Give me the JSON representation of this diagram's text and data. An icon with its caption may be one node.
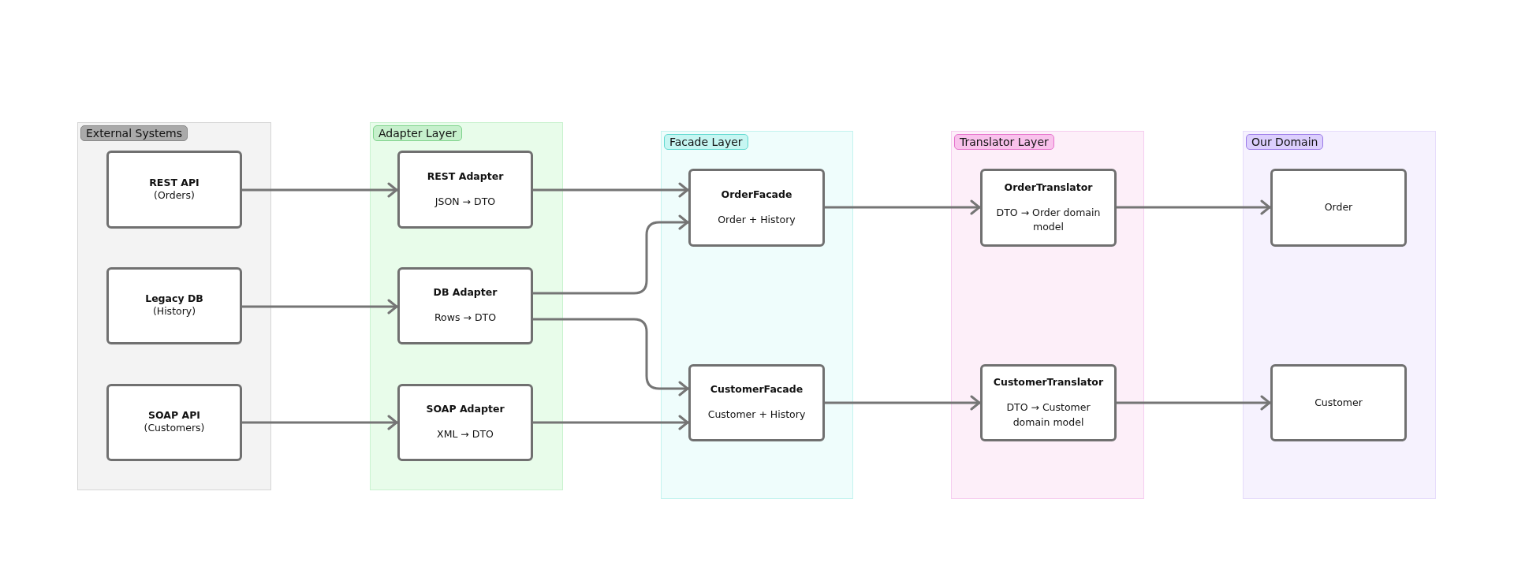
{
  "diagram": {
    "nodes": [
      {
        "text": [
          "External Systems"
        ]
      },
      {
        "text": [
          "REST API",
          "(Orders)"
        ],
        "in": 0
      },
      {
        "text": [
          "Legacy DB",
          "(History)"
        ],
        "in": 0
      },
      {
        "text": [
          "SOAP API",
          "(Customers)"
        ],
        "in": 0
      },
      {
        "text": [
          "Adapter Layer"
        ]
      },
      {
        "text": [
          "REST Adapter",
          "JSON → DTO"
        ],
        "in": 4
      },
      {
        "text": [
          "DB Adapter",
          "Rows → DTO"
        ],
        "in": 4
      },
      {
        "text": [
          "SOAP Adapter",
          "XML → DTO"
        ],
        "in": 4
      },
      {
        "text": [
          "Facade Layer"
        ]
      },
      {
        "text": [
          "OrderFacade",
          "Order + History"
        ],
        "in": 8
      },
      {
        "text": [
          "CustomerFacade",
          "Customer + History"
        ],
        "in": 8
      },
      {
        "text": [
          "Translator Layer"
        ]
      },
      {
        "text": [
          "OrderTranslator",
          "DTO → Order domain model"
        ],
        "in": 11
      },
      {
        "text": [
          "CustomerTranslator",
          "DTO → Customer domain model"
        ],
        "in": 11
      },
      {
        "text": [
          "Our Domain"
        ]
      },
      {
        "text": [
          "Order"
        ],
        "in": 14
      },
      {
        "text": [
          "Customer"
        ],
        "in": 14
      }
    ],
    "edges": [
      {
        "from": 1,
        "to": 5,
        "arrow": "to"
      },
      {
        "from": 2,
        "to": 6,
        "arrow": "to"
      },
      {
        "from": 3,
        "to": 7,
        "arrow": "to"
      },
      {
        "from": 5,
        "to": 9,
        "arrow": "to"
      },
      {
        "from": 6,
        "to": 9,
        "arrow": "to"
      },
      {
        "from": 6,
        "to": 10,
        "arrow": "to"
      },
      {
        "from": 7,
        "to": 10,
        "arrow": "to"
      },
      {
        "from": 9,
        "to": 12,
        "arrow": "to"
      },
      {
        "from": 10,
        "to": 13,
        "arrow": "to"
      },
      {
        "from": 12,
        "to": 15,
        "arrow": "to"
      },
      {
        "from": 13,
        "to": 16,
        "arrow": "to"
      }
    ]
  }
}
